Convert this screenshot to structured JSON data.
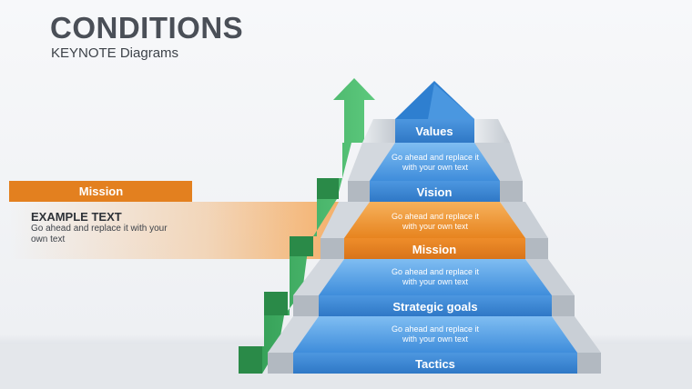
{
  "header": {
    "title": "CONDITIONS",
    "subtitle": "KEYNOTE Diagrams"
  },
  "callout": {
    "tag": "Mission",
    "heading": "EXAMPLE TEXT",
    "body": "Go ahead and replace it with your own text"
  },
  "pyramid": {
    "levels": [
      {
        "label": "Values",
        "note": "Go ahead and replace it\nwith your own text",
        "highlighted": false
      },
      {
        "label": "Vision",
        "note": "Go ahead and replace it\nwith your own text",
        "highlighted": true
      },
      {
        "label": "Mission",
        "note": "Go ahead and replace it\nwith your own text",
        "highlighted": false
      },
      {
        "label": "Strategic goals",
        "note": "Go ahead and replace it\nwith your own text",
        "highlighted": false
      },
      {
        "label": "Tactics",
        "note": "",
        "highlighted": false
      }
    ]
  },
  "colors": {
    "blue": "#3b86d4",
    "blue_light": "#5ea6ec",
    "orange": "#e47f1d",
    "orange_light": "#f2a14a",
    "green": "#2e9b4f",
    "green_light": "#5cc47a",
    "gray_side": "#aab1b9",
    "gray_floor": "#e2e5e9",
    "title": "#4a4f57"
  }
}
